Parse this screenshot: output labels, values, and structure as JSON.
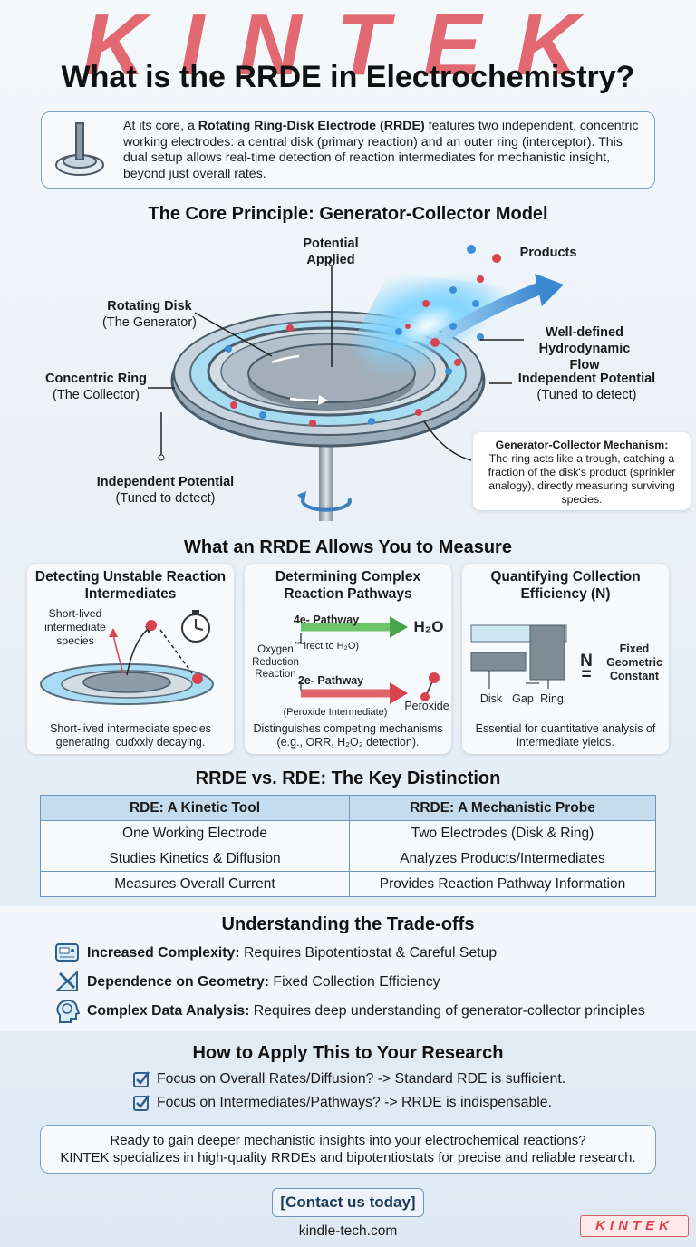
{
  "brand": "KINTEK",
  "title": "What is the RRDE in Electrochemistry?",
  "intro": {
    "lead": "At its core, a ",
    "bold": "Rotating Ring-Disk Electrode (RRDE)",
    "rest": " features two independent, concentric working electrodes: a central disk (primary reaction) and an outer ring (interceptor). This dual setup allows real-time detection of reaction intermediates for mechanistic insight, beyond just overall rates."
  },
  "core": {
    "heading": "The Core Principle: Generator-Collector Model",
    "potential_applied": [
      "Potential",
      "Applied"
    ],
    "products": "Products",
    "rotating_disk": [
      "Rotating Disk",
      "(The Generator)"
    ],
    "flow": [
      "Well-defined",
      "Hydrodynamic Flow"
    ],
    "ring": [
      "Concentric Ring",
      "(The Collector)"
    ],
    "indep_right": [
      "Independent Potential",
      "(Tuned to detect)"
    ],
    "indep_left": [
      "Independent Potential",
      "(Tuned to detect)"
    ],
    "mechanism_title": "Generator-Collector Mechanism:",
    "mechanism_text": "The ring acts like a trough, catching a fraction of the disk's product (sprinkler analogy), directly measuring surviving species."
  },
  "measure": {
    "heading": "What an RRDE Allows You to Measure",
    "cards": [
      {
        "title": "Detecting Unstable Reaction Intermediates",
        "label": "Short-lived intermediate species",
        "caption": "Short-lived intermediate species generating, cuɗxxly decaying."
      },
      {
        "title": "Determining Complex Reaction Pathways",
        "p4": "4e- Pathway",
        "p4sub": "(Direct to H₂O)",
        "h2o": "H₂O",
        "orr": "Oxygen Reduction Reaction",
        "p2": "2e- Pathway",
        "p2sub": "(Peroxide Intermediate)",
        "peroxide": "Peroxide",
        "caption": "Distinguishes competing mechanisms (e.g., ORR, H₂O₂ detection)."
      },
      {
        "title": "Quantifying Collection Efficiency (N)",
        "n": "N =",
        "fixed": "Fixed Geometric Constant",
        "disk": "Disk",
        "gap": "Gap",
        "ring": "Ring",
        "caption": "Essential for quantitative analysis of intermediate yields."
      }
    ]
  },
  "compare": {
    "heading": "RRDE vs. RDE: The Key Distinction",
    "headers": [
      "RDE: A Kinetic Tool",
      "RRDE: A Mechanistic Probe"
    ],
    "rows": [
      [
        "One Working Electrode",
        "Two Electrodes (Disk & Ring)"
      ],
      [
        "Studies Kinetics & Diffusion",
        "Analyzes Products/Intermediates"
      ],
      [
        "Measures Overall Current",
        "Provides Reaction Pathway Information"
      ]
    ]
  },
  "tradeoffs": {
    "heading": "Understanding the Trade-offs",
    "items": [
      {
        "bold": "Increased Complexity:",
        "text": " Requires Bipotentiostat & Careful Setup",
        "icon": "bipotentiostat-icon"
      },
      {
        "bold": "Dependence on Geometry:",
        "text": " Fixed Collection Efficiency",
        "icon": "geometry-tools-icon"
      },
      {
        "bold": "Complex Data Analysis:",
        "text": " Requires deep understanding of generator-collector principles",
        "icon": "brain-head-icon"
      }
    ]
  },
  "apply": {
    "heading": "How to Apply This to Your Research",
    "items": [
      "Focus on Overall Rates/Diffusion? -> Standard RDE is sufficient.",
      "Focus on Intermediates/Pathways? -> RRDE is indispensable."
    ]
  },
  "cta": {
    "line1": "Ready to gain deeper mechanistic insights into your electrochemical reactions?",
    "line2": "KINTEK specializes in high-quality RRDEs and bipotentiostats for precise and reliable research.",
    "button": "[Contact us today]",
    "site": "kindle-tech.com"
  },
  "colors": {
    "accent": "#e0505a",
    "border": "#7aa0c4",
    "ring": "#6f8eab",
    "red_dot": "#d9434f",
    "blue_dot": "#3d8fd8"
  }
}
